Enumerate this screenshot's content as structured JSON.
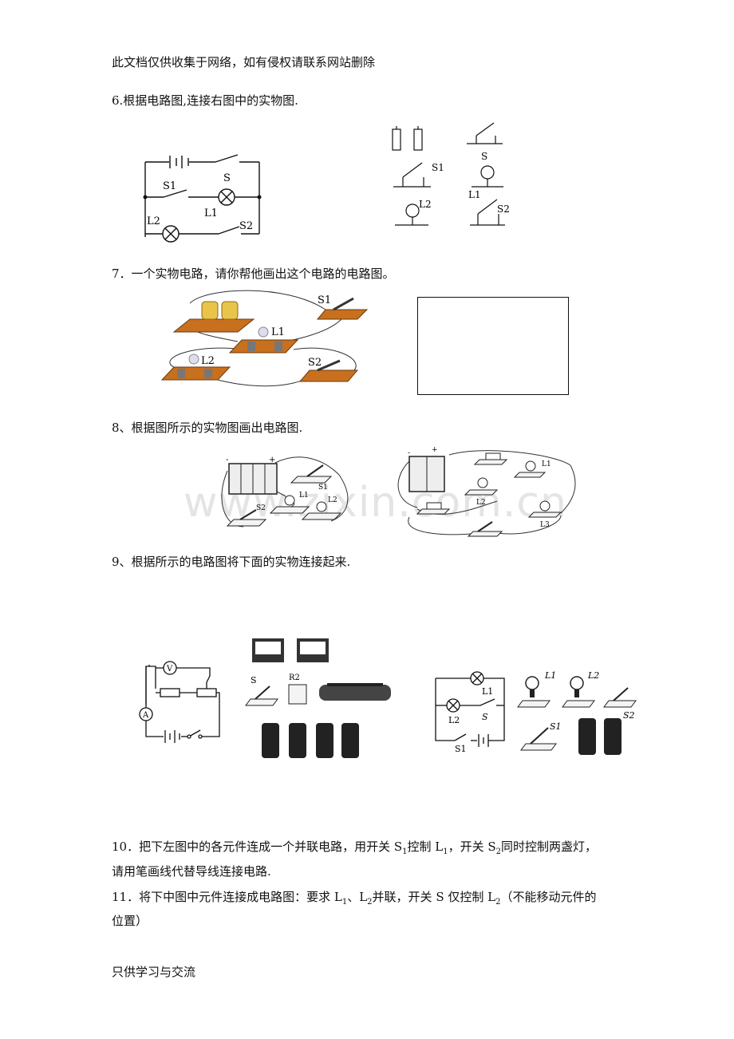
{
  "header": "此文档仅供收集于网络，如有侵权请联系网站删除",
  "footer": "只供学习与交流",
  "watermark": "www.zixin.com.cn",
  "q6": {
    "text": "6.根据电路图,连接右图中的实物图.",
    "labels": {
      "S": "S",
      "S1": "S1",
      "L1": "L1",
      "L2": "L2",
      "S2": "S2"
    }
  },
  "q7": {
    "text": "7．一个实物电路，请你帮他画出这个电路的电路图。",
    "labels": {
      "S1": "S1",
      "L1": "L1",
      "L2": "L2",
      "S2": "S2"
    }
  },
  "q8": {
    "text": "8、根据图所示的实物图画出电路图.",
    "labels": {
      "S1": "S1",
      "S2": "S2",
      "L1": "L1",
      "L2": "L2",
      "L3": "L3",
      "minus": "-",
      "plus": "+"
    }
  },
  "q9": {
    "text": "9、根据所示的电路图将下面的实物连接起来.",
    "labels": {
      "V": "V",
      "A": "A",
      "S": "S",
      "R2": "R2",
      "L1": "L1",
      "L2": "L2",
      "S1": "S1",
      "S2": "S2"
    }
  },
  "q10": {
    "line1_a": "10．把下左图中的各元件连成一个并联电路，用开关 S",
    "line1_s1": "1",
    "line1_b": "控制 L",
    "line1_l1": "1",
    "line1_c": "，开关 S",
    "line1_s2": "2",
    "line1_d": "同时控制两盏灯，",
    "line2": "请用笔画线代替导线连接电路."
  },
  "q11": {
    "line1_a": "11．将下中图中元件连接成电路图：要求 L",
    "line1_l1": "1",
    "line1_b": "、L",
    "line1_l2": "2",
    "line1_c": "并联，开关 S 仅控制 L",
    "line1_l2b": "2",
    "line1_d": "（不能移动元件的",
    "line2": "位置）"
  }
}
